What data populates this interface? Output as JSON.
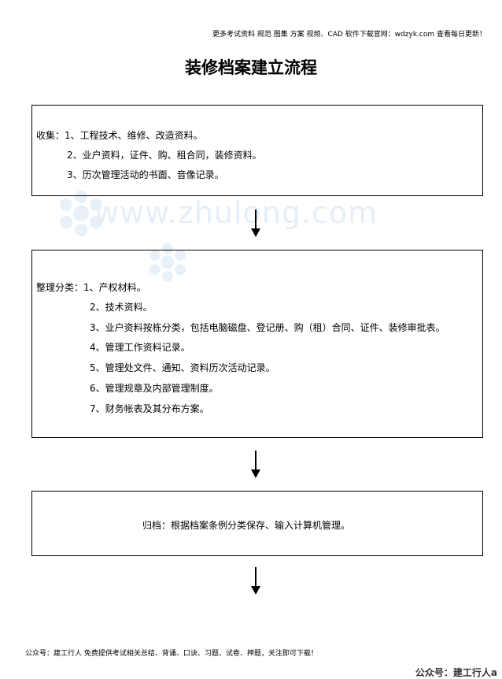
{
  "header": {
    "note": "更多考试资料 规范 图集 方案 视频、CAD 软件下载官网：wdzyk.com 查看每日更新！"
  },
  "title": "装修档案建立流程",
  "watermark": "www.zhulong.com",
  "box1": {
    "lines": [
      "收集：1、工程技术、维修、改造资料。",
      "2、业户资料，证件、购、租合同，装修资料。",
      "3、历次管理活动的书面、音像记录。"
    ]
  },
  "box2": {
    "lines": [
      "整理分类：1、产权材料。",
      "2、技术资料。",
      "3、业户资料按栋分类，包括电脑磁盘、登记册、购（租）合同、证件、装修审批表。",
      "4、管理工作资料记录。",
      "5、管理处文件、通知、资料历次活动记录。",
      "6、管理规章及内部管理制度。",
      "7、财务帐表及其分布方案。"
    ]
  },
  "box3": {
    "text": "归档：根据档案条例分类保存、输入计算机管理。"
  },
  "footer": {
    "note": "公众号：建工行人 免费提供考试相关总结、背诵、口诀、习题、试卷、押题，关注即可下载！",
    "brand": "公众号：建工行人a"
  },
  "icons": {
    "arrow": "down-arrow-icon",
    "watermark_logo": "snowflake-logo-icon"
  }
}
